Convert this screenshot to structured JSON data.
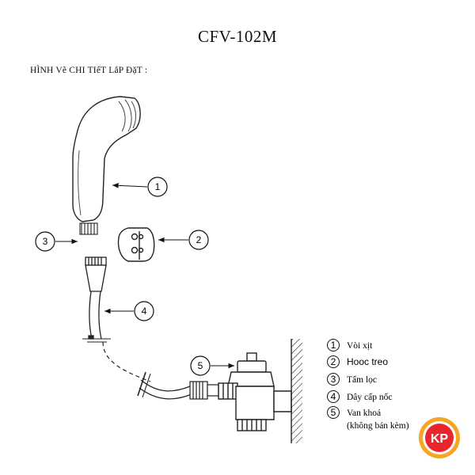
{
  "title": "CFV-102M",
  "subtitle": "HÌNH Vẽ CHI TIếT LắP ĐặT :",
  "callouts": [
    "1",
    "2",
    "3",
    "4",
    "5"
  ],
  "legend": [
    {
      "num": "1",
      "label": "Vòi xịt"
    },
    {
      "num": "2",
      "label": "Hooc treo"
    },
    {
      "num": "3",
      "label": "Tấm lọc"
    },
    {
      "num": "4",
      "label": "Dây cấp nốc"
    },
    {
      "num": "5",
      "label": "Van khoá",
      "label2": "(không bán kèm)"
    }
  ],
  "logo": {
    "text": "KP",
    "colors": {
      "ring": "#f5a623",
      "center": "#e8262c",
      "letters": "#ffffff"
    }
  }
}
